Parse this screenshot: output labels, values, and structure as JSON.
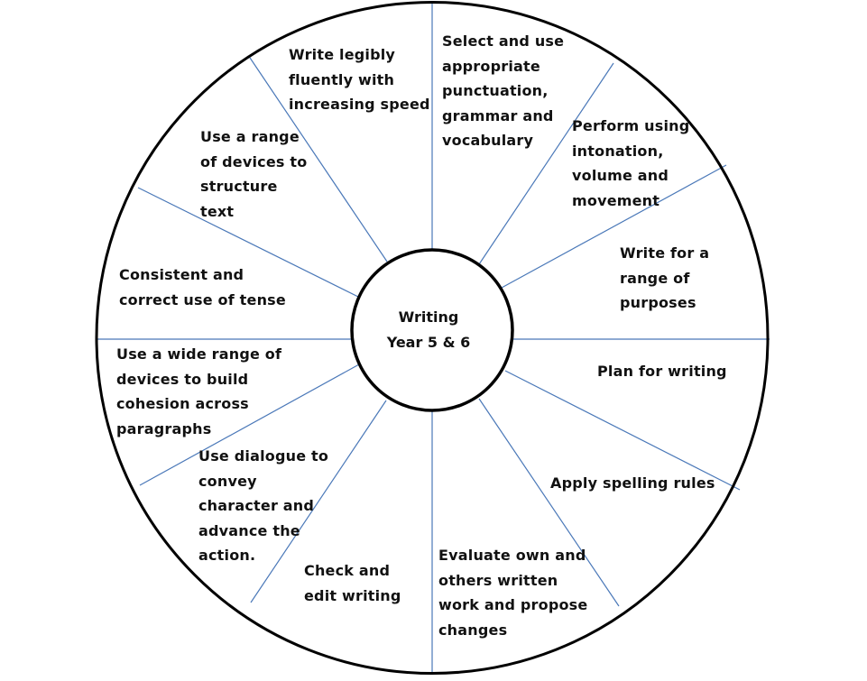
{
  "center": {
    "line1": "Writing",
    "line2": "Year 5 & 6"
  },
  "colors": {
    "divider": "#4a78b8",
    "outline": "#000000",
    "text": "#111111"
  },
  "segments": [
    {
      "id": "write-legibly",
      "lines": [
        "Write legibly",
        "fluently with",
        "increasing speed"
      ]
    },
    {
      "id": "punctuation-grammar",
      "lines": [
        "Select and use",
        "appropriate",
        "punctuation,",
        "grammar and",
        "vocabulary"
      ]
    },
    {
      "id": "perform",
      "lines": [
        "Perform using",
        "intonation,",
        "volume and",
        "movement"
      ]
    },
    {
      "id": "range-of-purposes",
      "lines": [
        "Write for a",
        "range of",
        "purposes"
      ]
    },
    {
      "id": "plan-for-writing",
      "lines": [
        "Plan for writing"
      ]
    },
    {
      "id": "spelling-rules",
      "lines": [
        "Apply spelling rules"
      ]
    },
    {
      "id": "evaluate",
      "lines": [
        "Evaluate own and",
        "others written",
        "work and propose",
        "changes"
      ]
    },
    {
      "id": "check-edit",
      "lines": [
        "Check and",
        "edit writing"
      ]
    },
    {
      "id": "dialogue",
      "lines": [
        "Use dialogue to",
        "convey",
        "character and",
        "advance the",
        "action."
      ]
    },
    {
      "id": "cohesion",
      "lines": [
        "Use a wide range of",
        "devices to build",
        "cohesion across",
        "paragraphs"
      ]
    },
    {
      "id": "tense",
      "lines": [
        "Consistent and",
        "correct use of tense"
      ]
    },
    {
      "id": "structure-text",
      "lines": [
        "Use a range",
        "of devices to",
        "structure",
        "text"
      ]
    }
  ]
}
